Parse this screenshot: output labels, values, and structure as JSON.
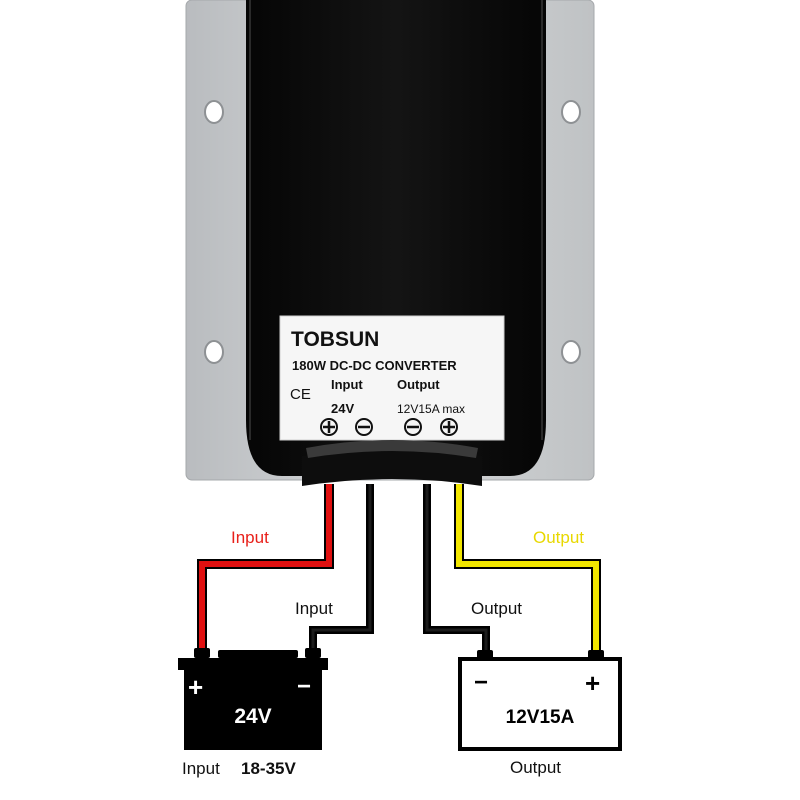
{
  "sticker": {
    "brand": "TOBSUN",
    "model": "180W DC-DC CONVERTER",
    "ce_mark": "CE",
    "input_header": "Input",
    "output_header": "Output",
    "input_voltage": "24V",
    "output_rating": "12V15A max"
  },
  "wiring": {
    "input_positive_label": "Input",
    "input_negative_label": "Input",
    "output_negative_label": "Output",
    "output_positive_label": "Output",
    "input_positive_color": "#e01010",
    "output_positive_color": "#f2e600",
    "negative_color": "#000000"
  },
  "input_battery": {
    "positive_symbol": "+",
    "negative_symbol": "−",
    "voltage": "24V",
    "caption_left": "Input",
    "caption_right": "18-35V"
  },
  "output_battery": {
    "negative_symbol": "−",
    "positive_symbol": "+",
    "rating": "12V15A",
    "caption": "Output"
  },
  "colors": {
    "housing_black": "#0a0a0a",
    "flange_silver": "#c9cbcd",
    "label_white": "#f6f6f6",
    "input_text_red": "#e8201a",
    "output_text_yellow": "#e8d800"
  }
}
